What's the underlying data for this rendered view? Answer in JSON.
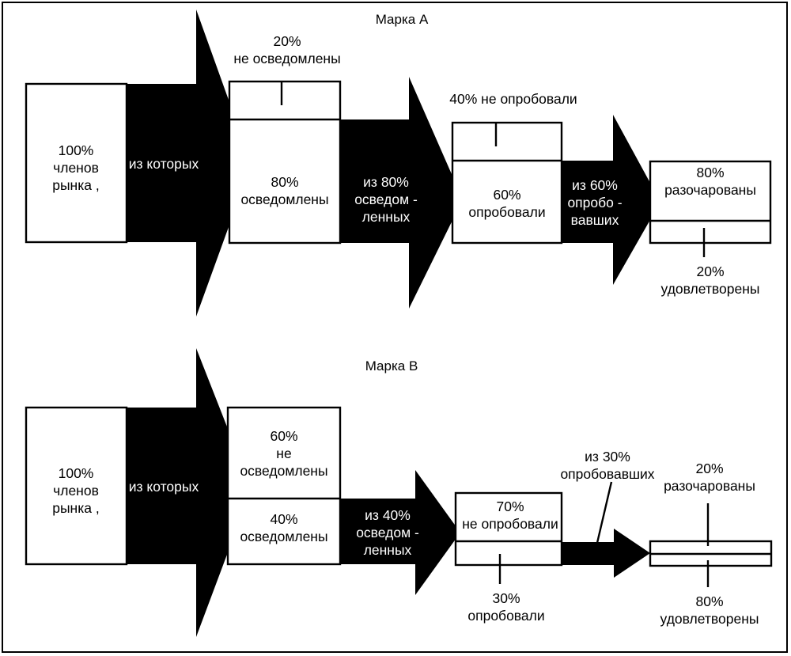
{
  "figure": {
    "type": "funnel-flow-diagram",
    "panels": [
      {
        "id": "brand-a",
        "title": "Марка A",
        "stages": [
          {
            "name": "market-members",
            "box_labels": [
              "100%",
              "членов",
              "рынка ,"
            ],
            "segments": [
              {
                "label": "100% членов рынка ,",
                "value": 100
              }
            ]
          },
          {
            "name": "awareness",
            "segments": [
              {
                "label": "не осведомлены",
                "value": 20,
                "callout": [
                  "20%",
                  "не осведомлены"
                ]
              },
              {
                "label": "осведомлены",
                "value": 80,
                "in_box": [
                  "80%",
                  "осведомлены"
                ]
              }
            ]
          },
          {
            "name": "trial",
            "segments": [
              {
                "label": "не опробовали",
                "value": 40,
                "callout": [
                  "40% не опробовали"
                ]
              },
              {
                "label": "опробовали",
                "value": 60,
                "in_box": [
                  "60%",
                  "опробовали"
                ]
              }
            ]
          },
          {
            "name": "satisfaction",
            "segments": [
              {
                "label": "разочарованы",
                "value": 80,
                "in_box": [
                  "80%",
                  "разочарованы"
                ]
              },
              {
                "label": "удовлетворены",
                "value": 20,
                "callout": [
                  "20%",
                  "удовлетворены"
                ]
              }
            ]
          }
        ],
        "connectors": [
          {
            "text": [
              "из которых"
            ]
          },
          {
            "text": [
              "из 80%",
              "осведом -",
              "ленных"
            ]
          },
          {
            "text": [
              "из 60%",
              "опробо -",
              "вавших"
            ]
          }
        ]
      },
      {
        "id": "brand-b",
        "title": "Марка B",
        "stages": [
          {
            "name": "market-members",
            "box_labels": [
              "100%",
              "членов",
              "рынка ,"
            ],
            "segments": [
              {
                "label": "100% членов рынка ,",
                "value": 100
              }
            ]
          },
          {
            "name": "awareness",
            "segments": [
              {
                "label": "не осведомлены",
                "value": 60,
                "in_box": [
                  "60%",
                  "не",
                  "осведомлены"
                ]
              },
              {
                "label": "осведомлены",
                "value": 40,
                "in_box": [
                  "40%",
                  "осведомлены"
                ]
              }
            ]
          },
          {
            "name": "trial",
            "segments": [
              {
                "label": "не опробовали",
                "value": 70,
                "in_box": [
                  "70%",
                  "не опробовали"
                ]
              },
              {
                "label": "опробовали",
                "value": 30,
                "callout": [
                  "30%",
                  "опробовали"
                ]
              }
            ]
          },
          {
            "name": "satisfaction",
            "segments": [
              {
                "label": "разочарованы",
                "value": 20,
                "callout": [
                  "20%",
                  "разочарованы"
                ]
              },
              {
                "label": "удовлетворены",
                "value": 80,
                "callout": [
                  "80%",
                  "удовлетворены"
                ]
              }
            ]
          }
        ],
        "connectors": [
          {
            "text": [
              "из которых"
            ]
          },
          {
            "text": [
              "из 40%",
              "осведом -",
              "ленных"
            ]
          },
          {
            "text": [
              "из 30%",
              "опробовавших"
            ]
          }
        ]
      }
    ]
  },
  "a": {
    "title": "Марка A",
    "box1": {
      "l1": "100%",
      "l2": "членов",
      "l3": "рынка ,"
    },
    "arrow1": {
      "l1": "из которых"
    },
    "box2": {
      "top_call_l1": "20%",
      "top_call_l2": "не осведомлены",
      "bot_l1": "80%",
      "bot_l2": "осведомлены"
    },
    "arrow2": {
      "l1": "из 80%",
      "l2": "осведом -",
      "l3": "ленных"
    },
    "box3": {
      "top_call_l1": "40% не опробовали",
      "bot_l1": "60%",
      "bot_l2": "опробовали"
    },
    "arrow3": {
      "l1": "из 60%",
      "l2": "опробо -",
      "l3": "вавших"
    },
    "box4": {
      "top_l1": "80%",
      "top_l2": "разочарованы",
      "bot_call_l1": "20%",
      "bot_call_l2": "удовлетворены"
    }
  },
  "b": {
    "title": "Марка B",
    "box1": {
      "l1": "100%",
      "l2": "членов",
      "l3": "рынка ,"
    },
    "arrow1": {
      "l1": "из которых"
    },
    "box2": {
      "top_l1": "60%",
      "top_l2": "не",
      "top_l3": "осведомлены",
      "bot_l1": "40%",
      "bot_l2": "осведомлены"
    },
    "arrow2": {
      "l1": "из 40%",
      "l2": "осведом -",
      "l3": "ленных"
    },
    "box3": {
      "top_l1": "70%",
      "top_l2": "не опробовали",
      "bot_call_l1": "30%",
      "bot_call_l2": "опробовали"
    },
    "arrow3": {
      "l1": "из 30%",
      "l2": "опробовавших"
    },
    "box4": {
      "top_call_l1": "20%",
      "top_call_l2": "разочарованы",
      "bot_call_l1": "80%",
      "bot_call_l2": "удовлетворены"
    }
  },
  "colors": {
    "ink": "#000000",
    "paper": "#ffffff",
    "arrow_fill": "#000000",
    "arrow_text": "#ffffff"
  }
}
